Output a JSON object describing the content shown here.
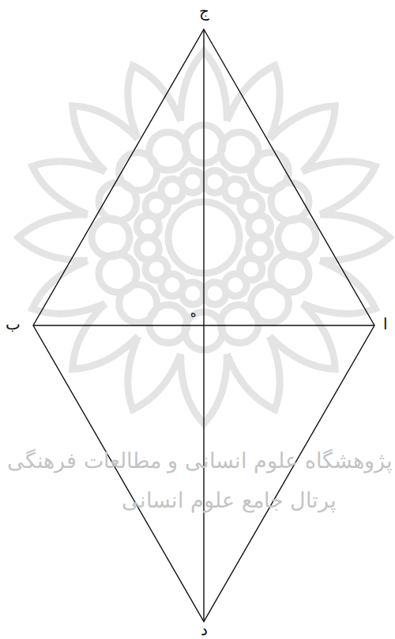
{
  "diagram": {
    "labels": [
      "ج",
      "ب",
      "ا",
      "ه",
      "د",
      "پژوهشگاه علوم انسانی و مطالعات فرهنگی",
      "پرتال جامع علوم انسانی"
    ]
  }
}
